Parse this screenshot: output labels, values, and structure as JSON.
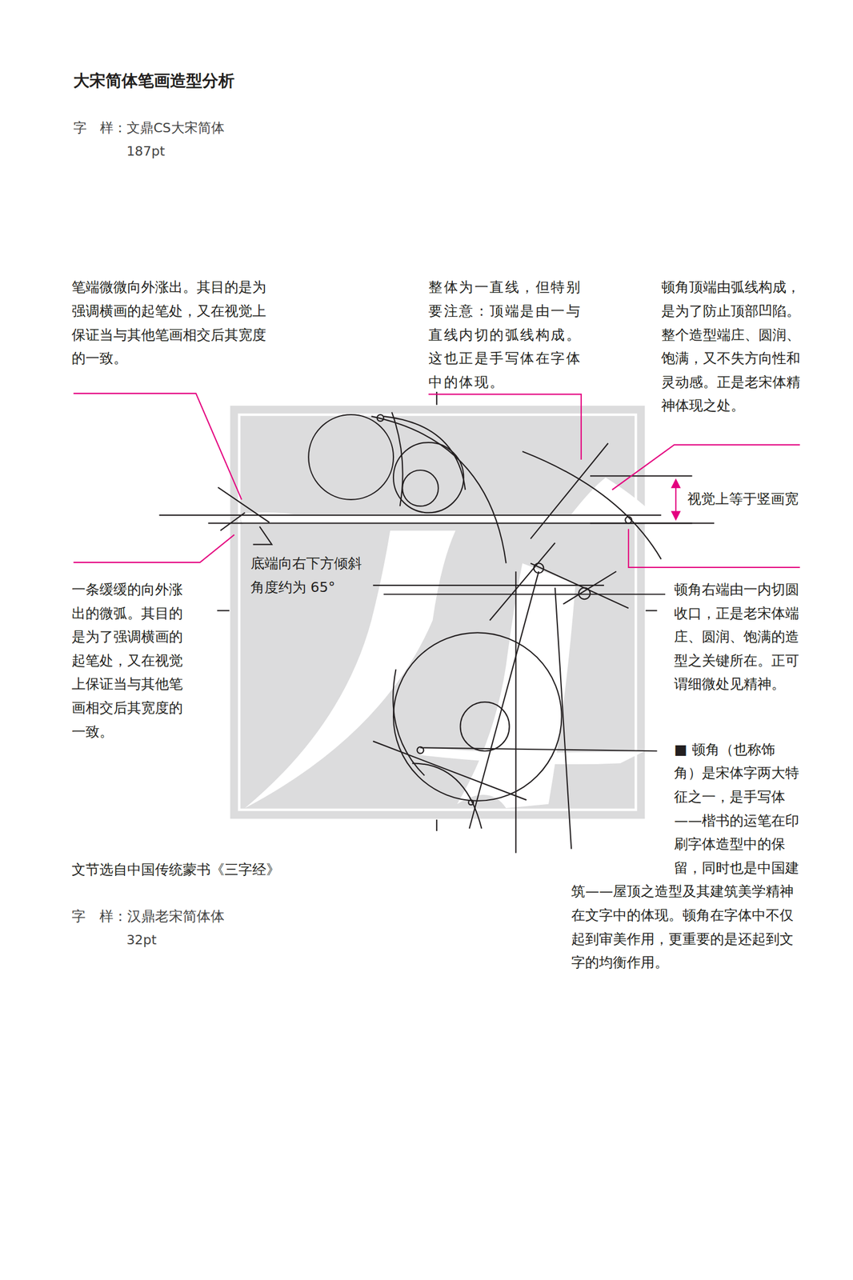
{
  "diagram": {
    "title": "大宋简体笔画造型分析",
    "labels": [
      "字　样：文鼎CS大宋简体",
      "187pt",
      "笔端微微向外涨出。其目的是为强调横画的起笔处，又在视觉上保证当与其他笔画相交后其宽度的一致。",
      "整体为一直线，但特别要注意：顶端是由一与直线内切的弧线构成。这也正是手写体在字体中的体现。",
      "顿角顶端由弧线构成，是为了防止顶部凹陷。整个造型端庄、圆润、饱满，又不失方向性和灵动感。正是老宋体精神体现之处。",
      "视觉上等于竖画宽",
      "底端向右下方倾斜角度约为 65°",
      "一条缓缓的向外涨出的微弧。其目的是为了强调横画的起笔处，又在视觉上保证当与其他笔画相交后其宽度的一致。",
      "顿角右端由一内切圆收口，正是老宋体端庄、圆润、饱满的造型之关键所在。正可谓细微处见精神。",
      "■ 顿角（也称饰角）是宋体字两大特征之一，是手写体——楷书的运笔在印刷字体造型中的保留，同时也是中国建筑——屋顶之造型及其建筑美学精神在文字中的体现。顿角在字体中不仅起到审美作用，更重要的是还起到文字的均衡作用。",
      "文节选自中国传统蒙书《三字经》",
      "字　样：汉鼎老宋简体体",
      "32pt"
    ]
  }
}
